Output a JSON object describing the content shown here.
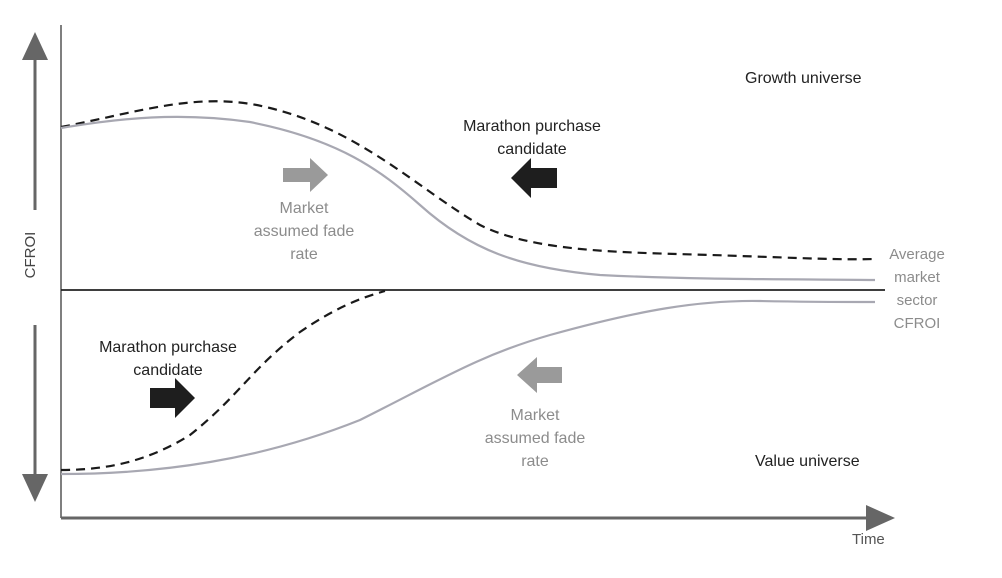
{
  "axes": {
    "y_label": "CFROI",
    "x_label": "Time"
  },
  "labels": {
    "growth_universe": "Growth universe",
    "value_universe": "Value universe",
    "growth_candidate": [
      "Marathon purchase",
      "candidate"
    ],
    "value_candidate": [
      "Marathon purchase",
      "candidate"
    ],
    "growth_fade": [
      "Market",
      "assumed fade",
      "rate"
    ],
    "value_fade": [
      "Market",
      "assumed fade",
      "rate"
    ],
    "average": [
      "Average",
      "market",
      "sector",
      "CFROI"
    ]
  },
  "colors": {
    "axis": "#555555",
    "dashed": "#1a1a1a",
    "solid_curve": "#a8a8b2",
    "grey_arrow": "#9a9a9a",
    "black_arrow": "#1e1e1e",
    "grey_text": "#8c8c8c",
    "dark_text": "#222222"
  },
  "icons": {
    "growth_fade_arrow": "right-arrow-icon",
    "growth_candidate_arrow": "left-arrow-icon",
    "value_candidate_arrow": "right-arrow-icon",
    "value_fade_arrow": "left-arrow-icon"
  }
}
